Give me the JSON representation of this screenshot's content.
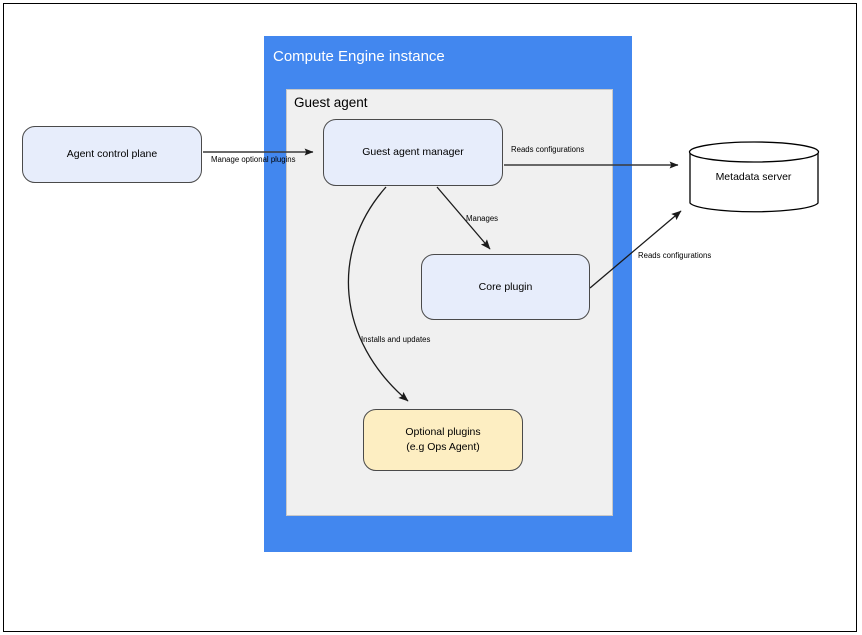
{
  "diagram": {
    "title_container": "Compute Engine instance",
    "subcontainer": "Guest agent",
    "nodes": [
      {
        "id": "agent-control-plane",
        "label": "Agent control plane",
        "shape": "rounded-rect",
        "fill": "#e7edfb"
      },
      {
        "id": "guest-agent-manager",
        "label": "Guest agent manager",
        "shape": "rounded-rect",
        "fill": "#e7edfb"
      },
      {
        "id": "core-plugin",
        "label": "Core plugin",
        "shape": "rounded-rect",
        "fill": "#e7edfb"
      },
      {
        "id": "optional-plugins",
        "label_line1": "Optional plugins",
        "label_line2": "(e.g  Ops Agent)",
        "shape": "rounded-rect",
        "fill": "#fdeec2"
      },
      {
        "id": "metadata-server",
        "label": "Metadata server",
        "shape": "cylinder",
        "fill": "#ffffff"
      }
    ],
    "edges": [
      {
        "from": "agent-control-plane",
        "to": "guest-agent-manager",
        "label": "Manage optional plugins"
      },
      {
        "from": "guest-agent-manager",
        "to": "metadata-server",
        "label": "Reads configurations"
      },
      {
        "from": "guest-agent-manager",
        "to": "core-plugin",
        "label": "Manages"
      },
      {
        "from": "guest-agent-manager",
        "to": "optional-plugins",
        "label": "Installs and updates"
      },
      {
        "from": "core-plugin",
        "to": "metadata-server",
        "label": "Reads configurations"
      }
    ],
    "colors": {
      "container_blue": "#4287ef",
      "subcontainer_gray": "#f0f0f0",
      "node_blue": "#e7edfb",
      "node_yellow": "#fdeec2",
      "stroke": "#4a4a4a",
      "frame": "#000000"
    }
  }
}
